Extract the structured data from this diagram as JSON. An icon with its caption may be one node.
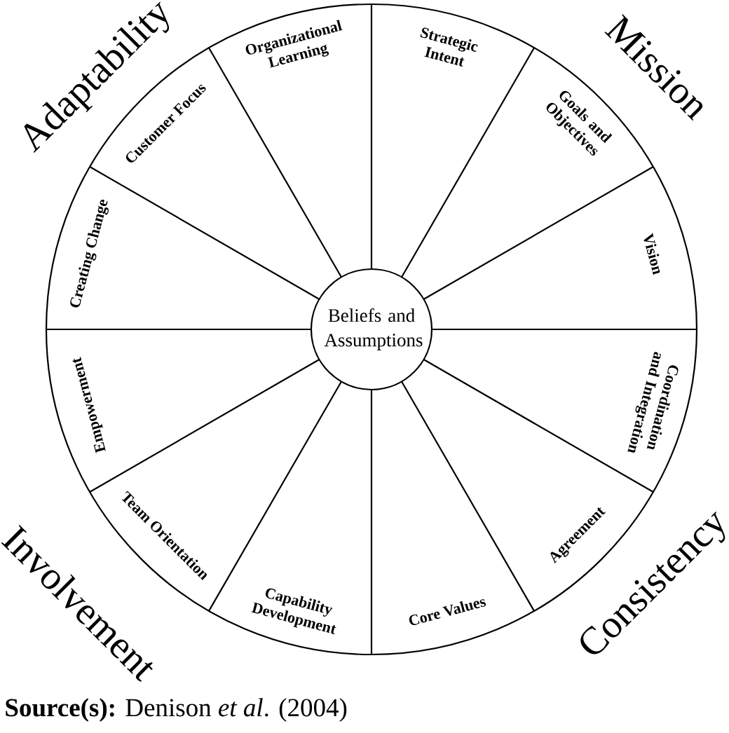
{
  "diagram": {
    "caption": "**Source(s):** Denison *et al*. (2004)",
    "nodes": [
      {
        "text": [
          "Strategic Intent"
        ]
      },
      {
        "text": [
          "Goals and Objectives"
        ]
      },
      {
        "text": [
          "Vision"
        ]
      },
      {
        "text": [
          "Coordination and Integration"
        ]
      },
      {
        "text": [
          "Agreement"
        ]
      },
      {
        "text": [
          "Core Values"
        ]
      },
      {
        "text": [
          "Capability Development"
        ]
      },
      {
        "text": [
          "Team Orientation"
        ]
      },
      {
        "text": [
          "Empowerment"
        ]
      },
      {
        "text": [
          "Creating Change"
        ]
      },
      {
        "text": [
          "Customer Focus"
        ]
      },
      {
        "text": [
          "Organizational Learning"
        ]
      },
      {
        "text": [
          "Beliefs and Assumptions"
        ]
      }
    ],
    "labels": [
      "Adaptability",
      "Mission",
      "Involvement",
      "Consistency"
    ]
  }
}
